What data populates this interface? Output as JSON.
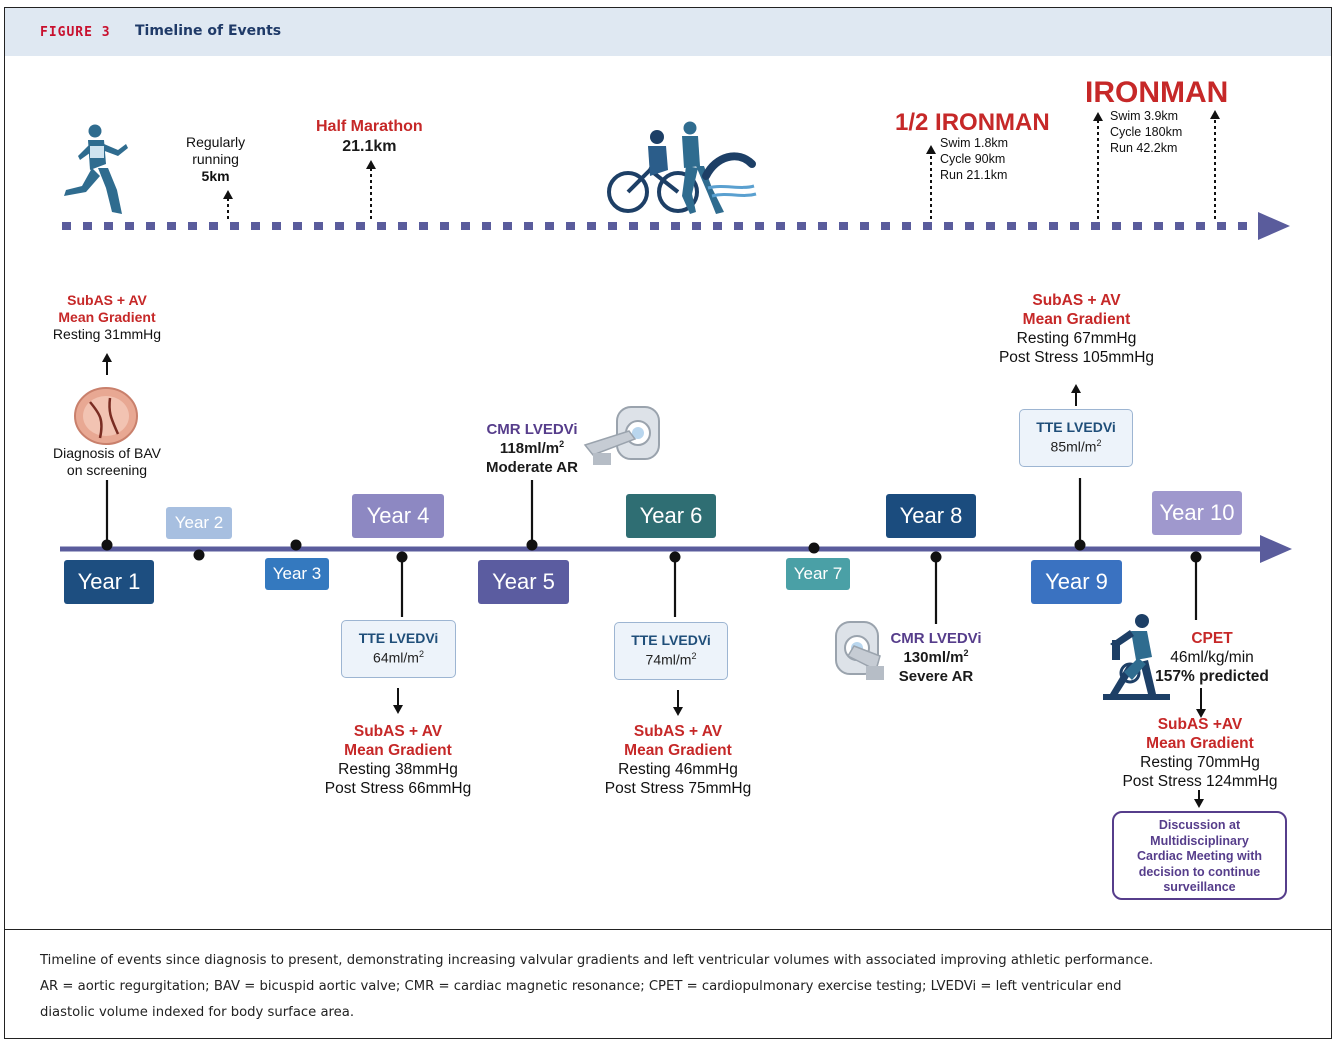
{
  "figure": {
    "number": "FIGURE 3",
    "title": "Timeline of Events",
    "caption_lines": [
      "Timeline of events since diagnosis to present, demonstrating increasing valvular gradients and left ventricular volumes with associated improving athletic performance.",
      "AR = aortic regurgitation; BAV = bicuspid aortic valve; CMR = cardiac magnetic resonance; CPET = cardiopulmonary exercise testing; LVEDVi = left ventricular end",
      "diastolic volume indexed for body surface area."
    ]
  },
  "athletic_timeline": {
    "regular_running": [
      "Regularly",
      "running",
      "5km"
    ],
    "half_marathon": [
      "Half Marathon",
      "21.1km"
    ],
    "half_ironman": {
      "title": "1/2 IRONMAN",
      "details": [
        "Swim 1.8km",
        "Cycle 90km",
        "Run 21.1km"
      ]
    },
    "ironman": {
      "title": "IRONMAN",
      "details": [
        "Swim 3.9km",
        "Cycle 180km",
        "Run 42.2km"
      ]
    }
  },
  "years": {
    "y1": "Year 1",
    "y2": "Year 2",
    "y3": "Year 3",
    "y4": "Year 4",
    "y5": "Year 5",
    "y6": "Year 6",
    "y7": "Year 7",
    "y8": "Year 8",
    "y9": "Year 9",
    "y10": "Year 10"
  },
  "events": {
    "year1": {
      "gradient_title": [
        "SubAS + AV",
        "Mean Gradient"
      ],
      "resting": "Resting 31mmHg",
      "diagnosis": [
        "Diagnosis of BAV",
        "on screening"
      ]
    },
    "year4": {
      "tte_title": "TTE LVEDVi",
      "tte_value": "64ml/m",
      "gradient_title": [
        "SubAS + AV",
        "Mean Gradient"
      ],
      "resting": "Resting 38mmHg",
      "post_stress": "Post Stress 66mmHg"
    },
    "year5": {
      "cmr_title": "CMR LVEDVi",
      "cmr_value": "118ml/m",
      "ar": "Moderate AR"
    },
    "year6": {
      "tte_title": "TTE LVEDVi",
      "tte_value": "74ml/m",
      "gradient_title": [
        "SubAS + AV",
        "Mean Gradient"
      ],
      "resting": "Resting 46mmHg",
      "post_stress": "Post Stress 75mmHg"
    },
    "year8": {
      "cmr_title": "CMR LVEDVi",
      "cmr_value": "130ml/m",
      "ar": "Severe AR"
    },
    "year9": {
      "tte_title": "TTE LVEDVi",
      "tte_value": "85ml/m",
      "gradient_title": [
        "SubAS + AV",
        "Mean Gradient"
      ],
      "resting": "Resting 67mmHg",
      "post_stress": "Post Stress 105mmHg"
    },
    "year10": {
      "cpet_title": "CPET",
      "cpet_vo2": "46ml/kg/min",
      "cpet_pred": "157% predicted",
      "gradient_title": [
        "SubAS +AV",
        "Mean Gradient"
      ],
      "resting": "Resting 70mmHg",
      "post_stress": "Post Stress 124mmHg",
      "discussion": [
        "Discussion at",
        "Multidisciplinary",
        "Cardiac Meeting with",
        "decision to continue",
        "surveillance"
      ]
    }
  },
  "superscript": "2",
  "colors": {
    "timeline": "#5a5c9c",
    "red": "#c62828",
    "purple": "#563d8b",
    "navy": "#1f4e79",
    "header_bg": "#dfe8f2"
  }
}
